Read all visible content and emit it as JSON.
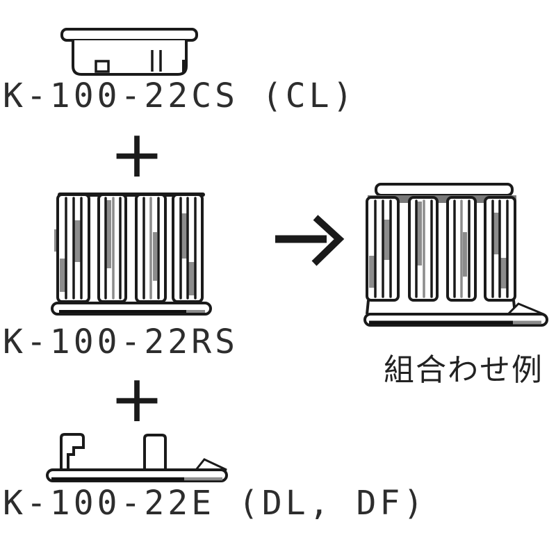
{
  "parts": {
    "cap": {
      "label": "K-100-22CS (CL)"
    },
    "knob": {
      "label": "K-100-22RS"
    },
    "base": {
      "label": "K-100-22E (DL, DF)"
    }
  },
  "operators": {
    "plus": "+"
  },
  "result": {
    "label": "組合わせ例"
  },
  "icons": {
    "arrow": "right-arrow"
  },
  "colors": {
    "line": "#1a1a1a",
    "shade": "#8c8c8c",
    "text": "#2d2d2d",
    "background": "#ffffff"
  }
}
